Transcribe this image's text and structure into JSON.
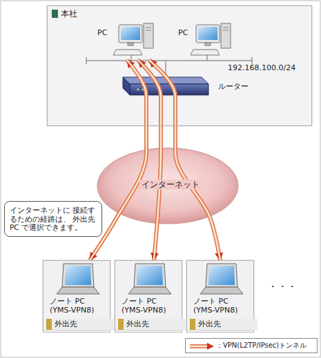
{
  "diagram": {
    "nodes": [
      {
        "text": [
          "本社"
        ]
      },
      {
        "text": [
          "PC"
        ],
        "in": 0
      },
      {
        "text": [
          "PC"
        ],
        "in": 0
      },
      {
        "text": [
          "ルーター"
        ],
        "in": 0
      },
      {
        "text": [
          "インターネット"
        ]
      },
      {
        "text": [
          "インターネットに 接続するための経路は、 外出先 PC で選択できます。"
        ]
      },
      {
        "text": [
          "ノート PC (YMS-VPN8)",
          "外出先"
        ]
      },
      {
        "text": [
          "ノート PC (YMS-VPN8)",
          "外出先"
        ]
      },
      {
        "text": [
          "ノート PC (YMS-VPN8)",
          "外出先"
        ]
      }
    ],
    "edges": [
      {
        "from": 1,
        "to": 6,
        "arrow": "both"
      },
      {
        "from": 1,
        "to": 7,
        "arrow": "both"
      },
      {
        "from": 1,
        "to": 8,
        "arrow": "both"
      }
    ],
    "labels": [
      "192.168.100.0/24",
      "・・・"
    ],
    "legend": [
      {
        "text": "：VPN(L2TP/IPsec)トンネル"
      }
    ]
  }
}
